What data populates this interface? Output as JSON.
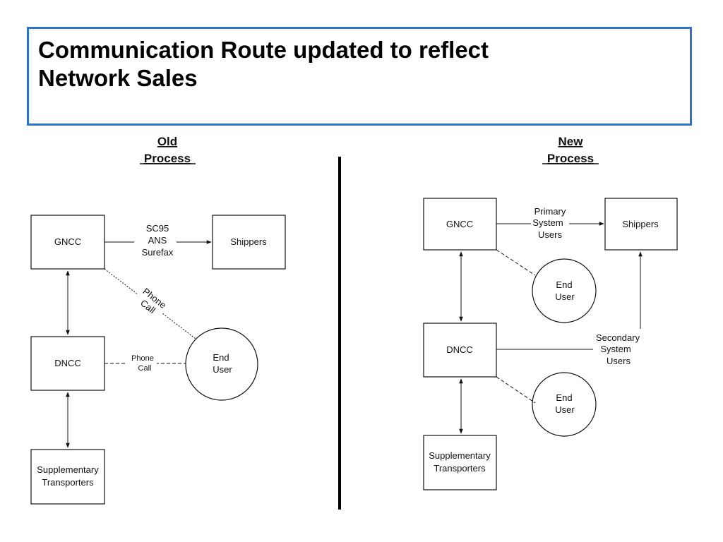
{
  "title": {
    "line1": "Communication Route updated to reflect",
    "line2": "Network Sales"
  },
  "old_process": {
    "heading_line1": "Old",
    "heading_line2": "Process",
    "gncc": "GNCC",
    "shippers": "Shippers",
    "dncc": "DNCC",
    "supplementary_line1": "Supplementary",
    "supplementary_line2": "Transporters",
    "end_user_line1": "End",
    "end_user_line2": "User",
    "gncc_shippers_label": [
      "SC95",
      "ANS",
      "Surefax"
    ],
    "gncc_enduser_label": [
      "Phone",
      "Call"
    ],
    "dncc_enduser_label": [
      "Phone",
      "Call"
    ]
  },
  "new_process": {
    "heading_line1": "New",
    "heading_line2": "Process",
    "gncc": "GNCC",
    "shippers": "Shippers",
    "dncc": "DNCC",
    "supplementary_line1": "Supplementary",
    "supplementary_line2": "Transporters",
    "end_user_1_line1": "End",
    "end_user_1_line2": "User",
    "end_user_2_line1": "End",
    "end_user_2_line2": "User",
    "primary_label": [
      "Primary",
      "System",
      "Users"
    ],
    "secondary_label": [
      "Secondary",
      "System",
      "Users"
    ]
  },
  "colors": {
    "title_border": "#2f72c4",
    "line": "#111111",
    "divider": "#000000"
  }
}
